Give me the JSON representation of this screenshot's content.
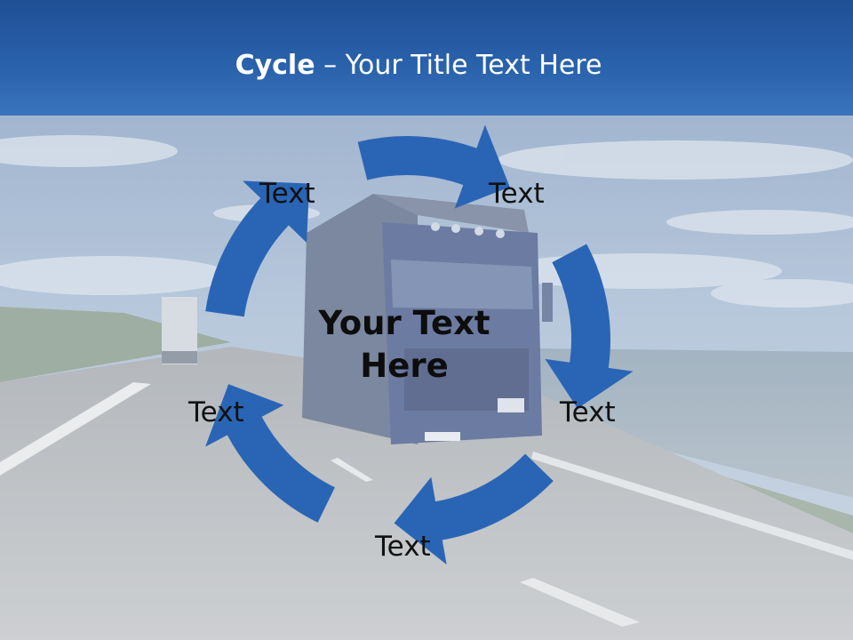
{
  "slide": {
    "title_bold": "Cycle",
    "title_rest": " – Your Title Text Here",
    "center_line1": "Your Text",
    "center_line2": "Here"
  },
  "cycle": {
    "arrow_color": "#2a65b5",
    "labels": [
      "Text",
      "Text",
      "Text",
      "Text",
      "Text"
    ]
  },
  "background": {
    "description_icon": "highway-truck-photo",
    "sky_color": "#9fb6cf",
    "road_color": "#a4aab0"
  }
}
